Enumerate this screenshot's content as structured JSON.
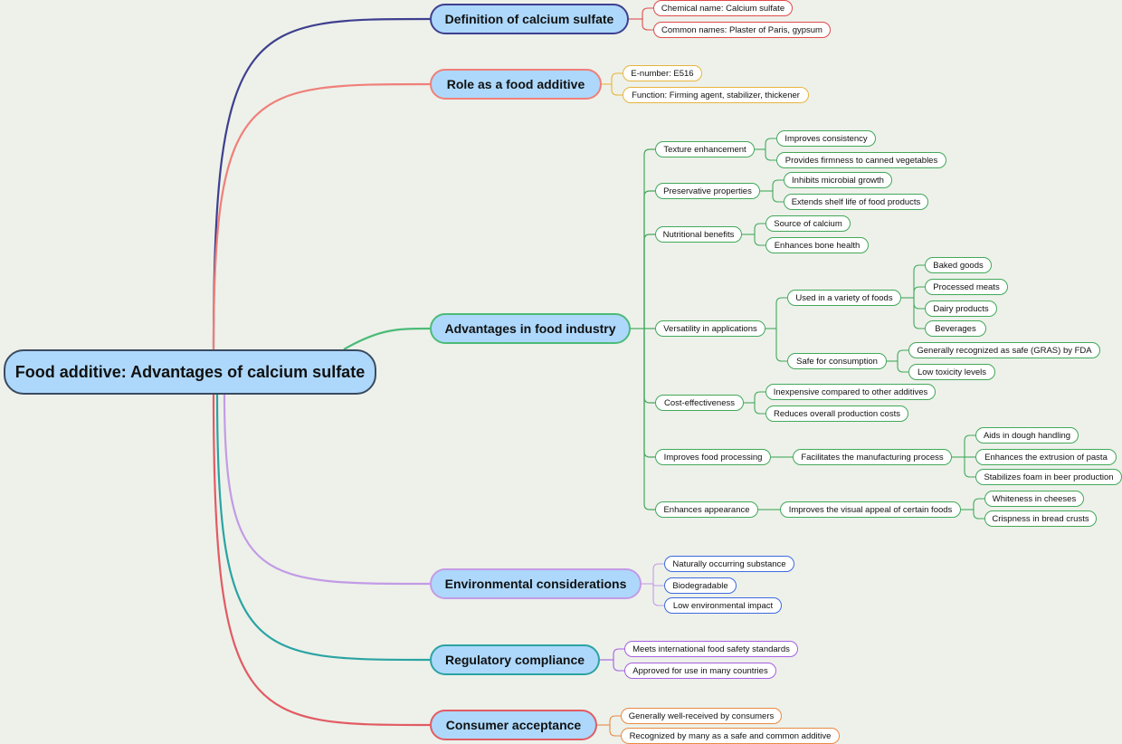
{
  "root": "Food additive: Advantages of calcium sulfate",
  "colors": {
    "definition": "#3f3f8f",
    "role": "#f07f7a",
    "advantages": "#4cbb78",
    "environment": "#c39be6",
    "regulatory": "#2ba3a3",
    "consumer": "#e25b63",
    "def_leaf": "#e04b4b",
    "role_leaf": "#e8b43c",
    "adv_leaf": "#43a85a",
    "env_leaf": "#3d6ae0",
    "reg_leaf": "#a560e0",
    "con_leaf": "#e98a45"
  },
  "branches": {
    "definition": {
      "label": "Definition of calcium sulfate",
      "items": [
        "Chemical name: Calcium sulfate",
        "Common names: Plaster of Paris, gypsum"
      ]
    },
    "role": {
      "label": "Role as a food additive",
      "items": [
        "E-number: E516",
        "Function: Firming agent, stabilizer, thickener"
      ]
    },
    "advantages": {
      "label": "Advantages in food industry",
      "texture": {
        "label": "Texture enhancement",
        "items": [
          "Improves consistency",
          "Provides firmness to canned vegetables"
        ]
      },
      "preservative": {
        "label": "Preservative properties",
        "items": [
          "Inhibits microbial growth",
          "Extends shelf life of food products"
        ]
      },
      "nutritional": {
        "label": "Nutritional benefits",
        "items": [
          "Source of calcium",
          "Enhances bone health"
        ]
      },
      "versatility": {
        "label": "Versatility in applications",
        "variety": {
          "label": "Used in a variety of foods",
          "items": [
            "Baked goods",
            "Processed meats",
            "Dairy products",
            "Beverages"
          ]
        },
        "safe": {
          "label": "Safe for consumption",
          "items": [
            "Generally recognized as safe (GRAS) by FDA",
            "Low toxicity levels"
          ]
        }
      },
      "cost": {
        "label": "Cost-effectiveness",
        "items": [
          "Inexpensive compared to other additives",
          "Reduces overall production costs"
        ]
      },
      "processing": {
        "label": "Improves food processing",
        "sub": {
          "label": "Facilitates the manufacturing process",
          "items": [
            "Aids in dough handling",
            "Enhances the extrusion of pasta",
            "Stabilizes foam in beer production"
          ]
        }
      },
      "appearance": {
        "label": "Enhances appearance",
        "sub": {
          "label": "Improves the visual appeal of certain foods",
          "items": [
            "Whiteness in cheeses",
            "Crispness in bread crusts"
          ]
        }
      }
    },
    "environment": {
      "label": "Environmental considerations",
      "items": [
        "Naturally occurring substance",
        "Biodegradable",
        "Low environmental impact"
      ]
    },
    "regulatory": {
      "label": "Regulatory compliance",
      "items": [
        "Meets international food safety standards",
        "Approved for use in many countries"
      ]
    },
    "consumer": {
      "label": "Consumer acceptance",
      "items": [
        "Generally well-received by consumers",
        "Recognized by many as a safe and common additive"
      ]
    }
  }
}
